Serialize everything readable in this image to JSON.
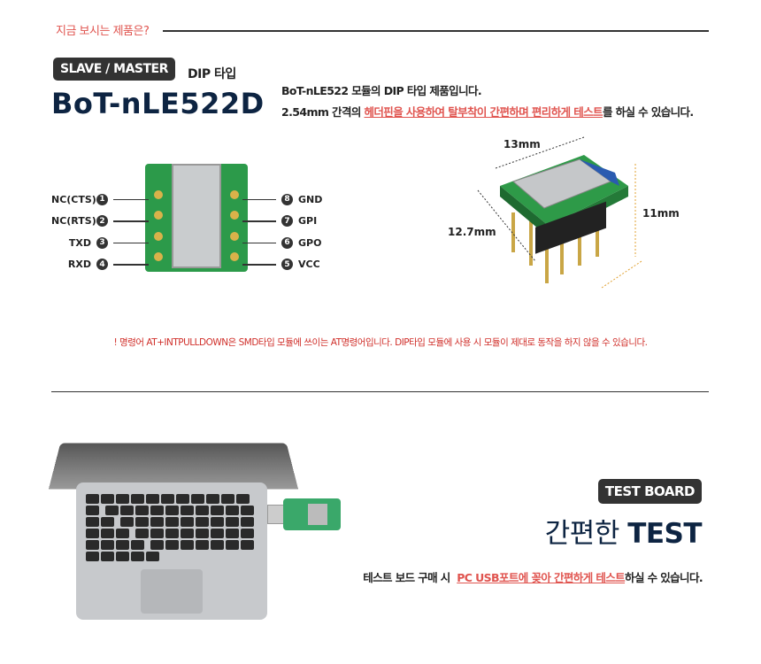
{
  "header": {
    "question": "지금 보시는 제품은?"
  },
  "product": {
    "badge": "SLAVE / MASTER",
    "type": "DIP 타입",
    "name": "BoT-nLE522D",
    "desc1": "BoT-nLE522 모듈의 DIP 타입 제품입니다.",
    "desc2_pre": "2.54mm 간격의 ",
    "desc2_hl": "헤더핀을 사용하여 탈부착이 간편하며 편리하게 테스트",
    "desc2_post": "를 하실 수 있습니다."
  },
  "pins_left": [
    {
      "num": "1",
      "label": "NC(CTS)"
    },
    {
      "num": "2",
      "label": "NC(RTS)"
    },
    {
      "num": "3",
      "label": "TXD"
    },
    {
      "num": "4",
      "label": "RXD"
    }
  ],
  "pins_right": [
    {
      "num": "8",
      "label": "GND"
    },
    {
      "num": "7",
      "label": "GPI"
    },
    {
      "num": "6",
      "label": "GPO"
    },
    {
      "num": "5",
      "label": "VCC"
    }
  ],
  "dimensions": {
    "width": "13mm",
    "depth": "12.7mm",
    "height": "11mm"
  },
  "warning": "! 명령어 AT+INTPULLDOWN은 SMD타입 모듈에 쓰이는 AT명령어입니다.  DIP타입 모듈에 사용 시 모듈이 제대로 동작을 하지 않을 수 있습니다.",
  "testboard": {
    "badge": "TEST BOARD",
    "title_pre": "간편한 ",
    "title_bold": "TEST",
    "desc_pre": "테스트 보드 구매 시  ",
    "desc_hl": "PC USB포트에 꽂아 간편하게 테스트",
    "desc_post": "하실 수 있습니다."
  }
}
